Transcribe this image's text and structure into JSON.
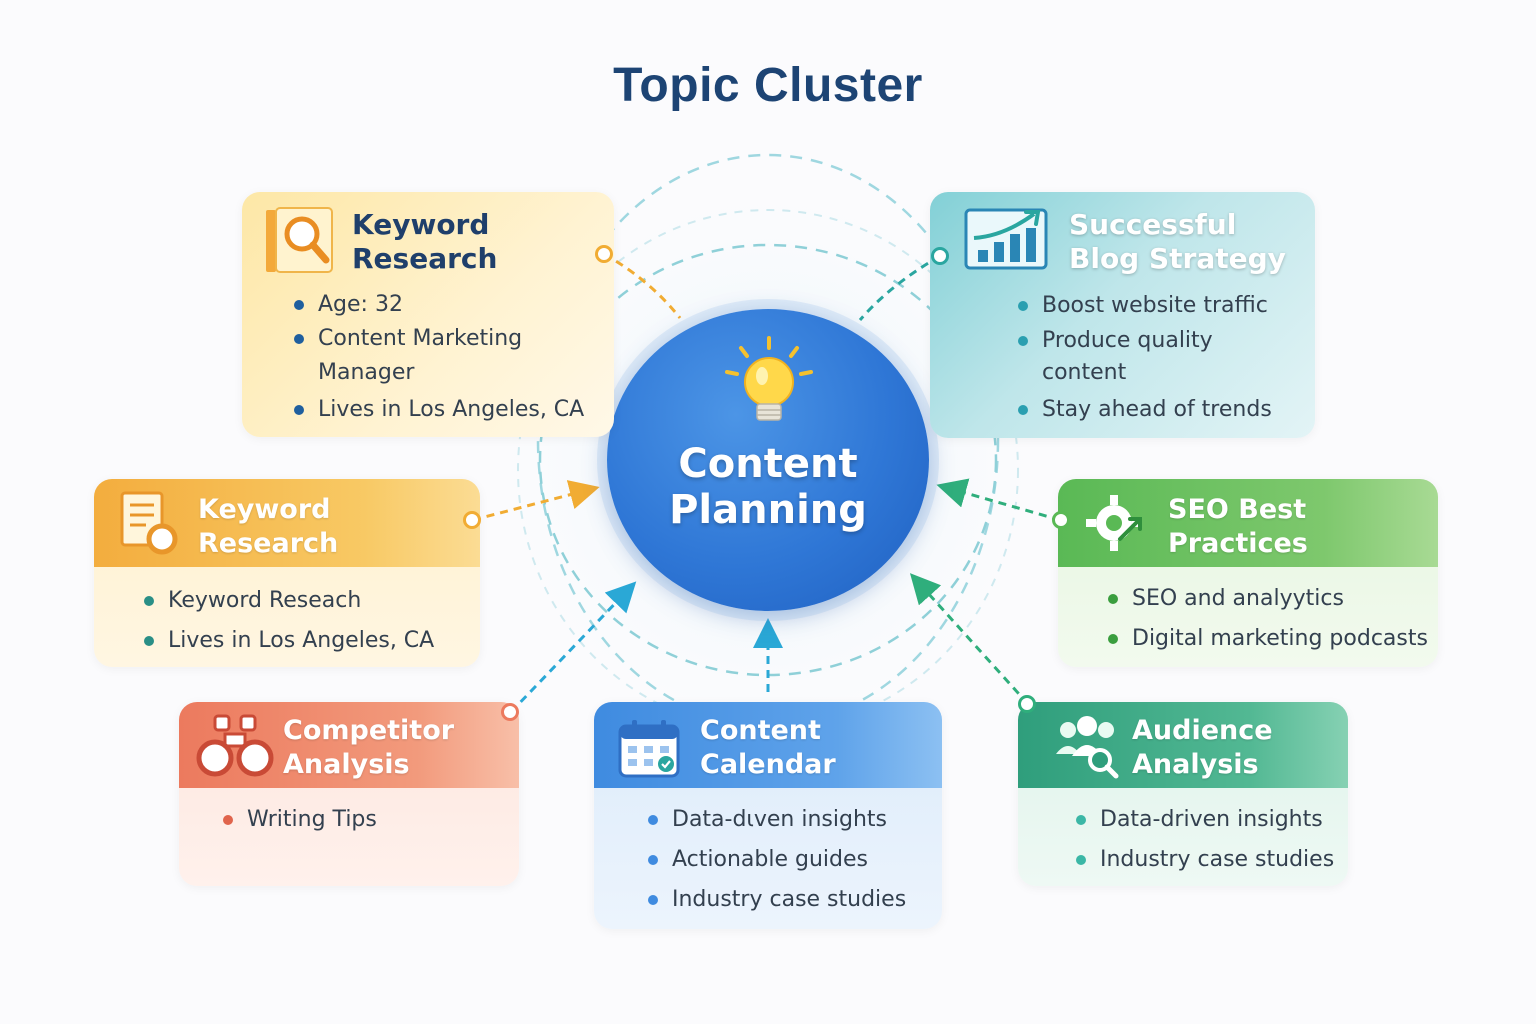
{
  "title": "Topic Cluster",
  "center": {
    "label_line1": "Content",
    "label_line2": "Planning",
    "icon": "lightbulb-icon"
  },
  "cards": {
    "keyword_research_top": {
      "title_line1": "Keyword",
      "title_line2": "Research",
      "icon": "magnifier-document-icon",
      "items": [
        "Age: 32",
        "Content Marketing",
        "Manager",
        "Lives in Los Angeles, CA"
      ],
      "color": "#f6c24a"
    },
    "keyword_research_mid": {
      "title_line1": "Keyword",
      "title_line2": "Research",
      "icon": "document-magnifier-icon",
      "items": [
        "Keyword Reseach",
        "Lives in Los Angeles, CA"
      ],
      "color": "#f3a93a"
    },
    "competitor_analysis": {
      "title_line1": "Competitor",
      "title_line2": "Analysis",
      "icon": "binoculars-icon",
      "items": [
        "Writing Tips"
      ],
      "color": "#ec7a5e"
    },
    "content_calendar": {
      "title_line1": "Content",
      "title_line2": "Calendar",
      "icon": "calendar-icon",
      "items": [
        "Data-dιven insights",
        "Actionable guides",
        "Industry case studies"
      ],
      "color": "#4b95e3"
    },
    "audience_analysis": {
      "title_line1": "Audience",
      "title_line2": "Analysis",
      "icon": "people-search-icon",
      "items": [
        "Data-driven insights",
        "Industry case studies"
      ],
      "color": "#3daa86"
    },
    "seo_best_practices": {
      "title_line1": "SEO Best",
      "title_line2": "Practices",
      "icon": "gear-arrow-icon",
      "items": [
        "SEO and analyytics",
        "Digital marketing podcasts"
      ],
      "color": "#6cc060"
    },
    "successful_blog_strategy": {
      "title_line1": "Successful",
      "title_line2": "Blog Strategy",
      "icon": "growth-chart-icon",
      "items": [
        "Boost website traffic",
        "Produce quality",
        "content",
        "Stay ahead of trends"
      ],
      "color": "#3fb3c4"
    }
  }
}
